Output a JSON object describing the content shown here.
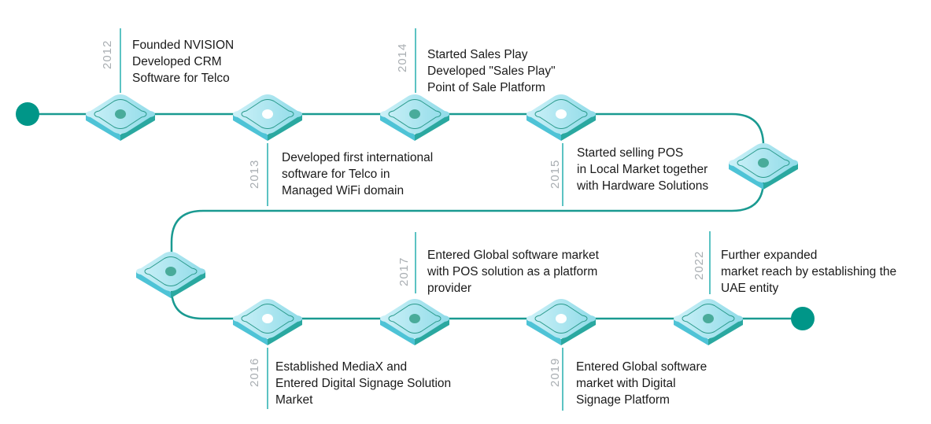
{
  "colors": {
    "path": "#1a9a91",
    "endpoint": "#009688",
    "node_top_light": "#c9f0f7",
    "node_top_dark": "#92dde9",
    "node_side_left": "#4ec3d6",
    "node_side_right": "#2aa8a0",
    "node_inner_stroke": "#2a9a8c",
    "dot_filled": "#49ab9a",
    "dot_hollow": "#ffffff",
    "connector": "#5cc3c3",
    "year_text": "#a9aeb2",
    "desc_text": "#1a1a1a"
  },
  "timeline": {
    "start_marker": "start-circle",
    "end_marker": "end-circle",
    "nodes": [
      {
        "id": "n1",
        "dot": "filled"
      },
      {
        "id": "n2",
        "dot": "hollow"
      },
      {
        "id": "n3",
        "dot": "filled"
      },
      {
        "id": "n4",
        "dot": "hollow"
      },
      {
        "id": "n5",
        "dot": "filled"
      },
      {
        "id": "n6",
        "dot": "filled"
      },
      {
        "id": "n7",
        "dot": "hollow"
      },
      {
        "id": "n8",
        "dot": "filled"
      },
      {
        "id": "n9",
        "dot": "hollow"
      },
      {
        "id": "n10",
        "dot": "filled"
      }
    ],
    "events": [
      {
        "year": "2012",
        "lines": [
          "Founded NVISION",
          "Developed CRM",
          "Software for Telco"
        ]
      },
      {
        "year": "2013",
        "lines": [
          "Developed first international",
          "software for Telco in",
          "Managed WiFi domain"
        ]
      },
      {
        "year": "2014",
        "lines": [
          "Started Sales Play",
          "Developed \"Sales Play\"",
          "Point of Sale Platform"
        ]
      },
      {
        "year": "2015",
        "lines": [
          "Started selling POS",
          "in Local Market together",
          "with Hardware Solutions"
        ]
      },
      {
        "year": "2016",
        "lines": [
          "Established MediaX and",
          "Entered Digital Signage Solution",
          "Market"
        ]
      },
      {
        "year": "2017",
        "lines": [
          "Entered Global software market",
          "with POS solution as a platform",
          "provider"
        ]
      },
      {
        "year": "2019",
        "lines": [
          "Entered Global software",
          "market with Digital",
          "Signage Platform"
        ]
      },
      {
        "year": "2022",
        "lines": [
          "Further expanded",
          "market reach by establishing the",
          "UAE entity"
        ]
      }
    ]
  }
}
